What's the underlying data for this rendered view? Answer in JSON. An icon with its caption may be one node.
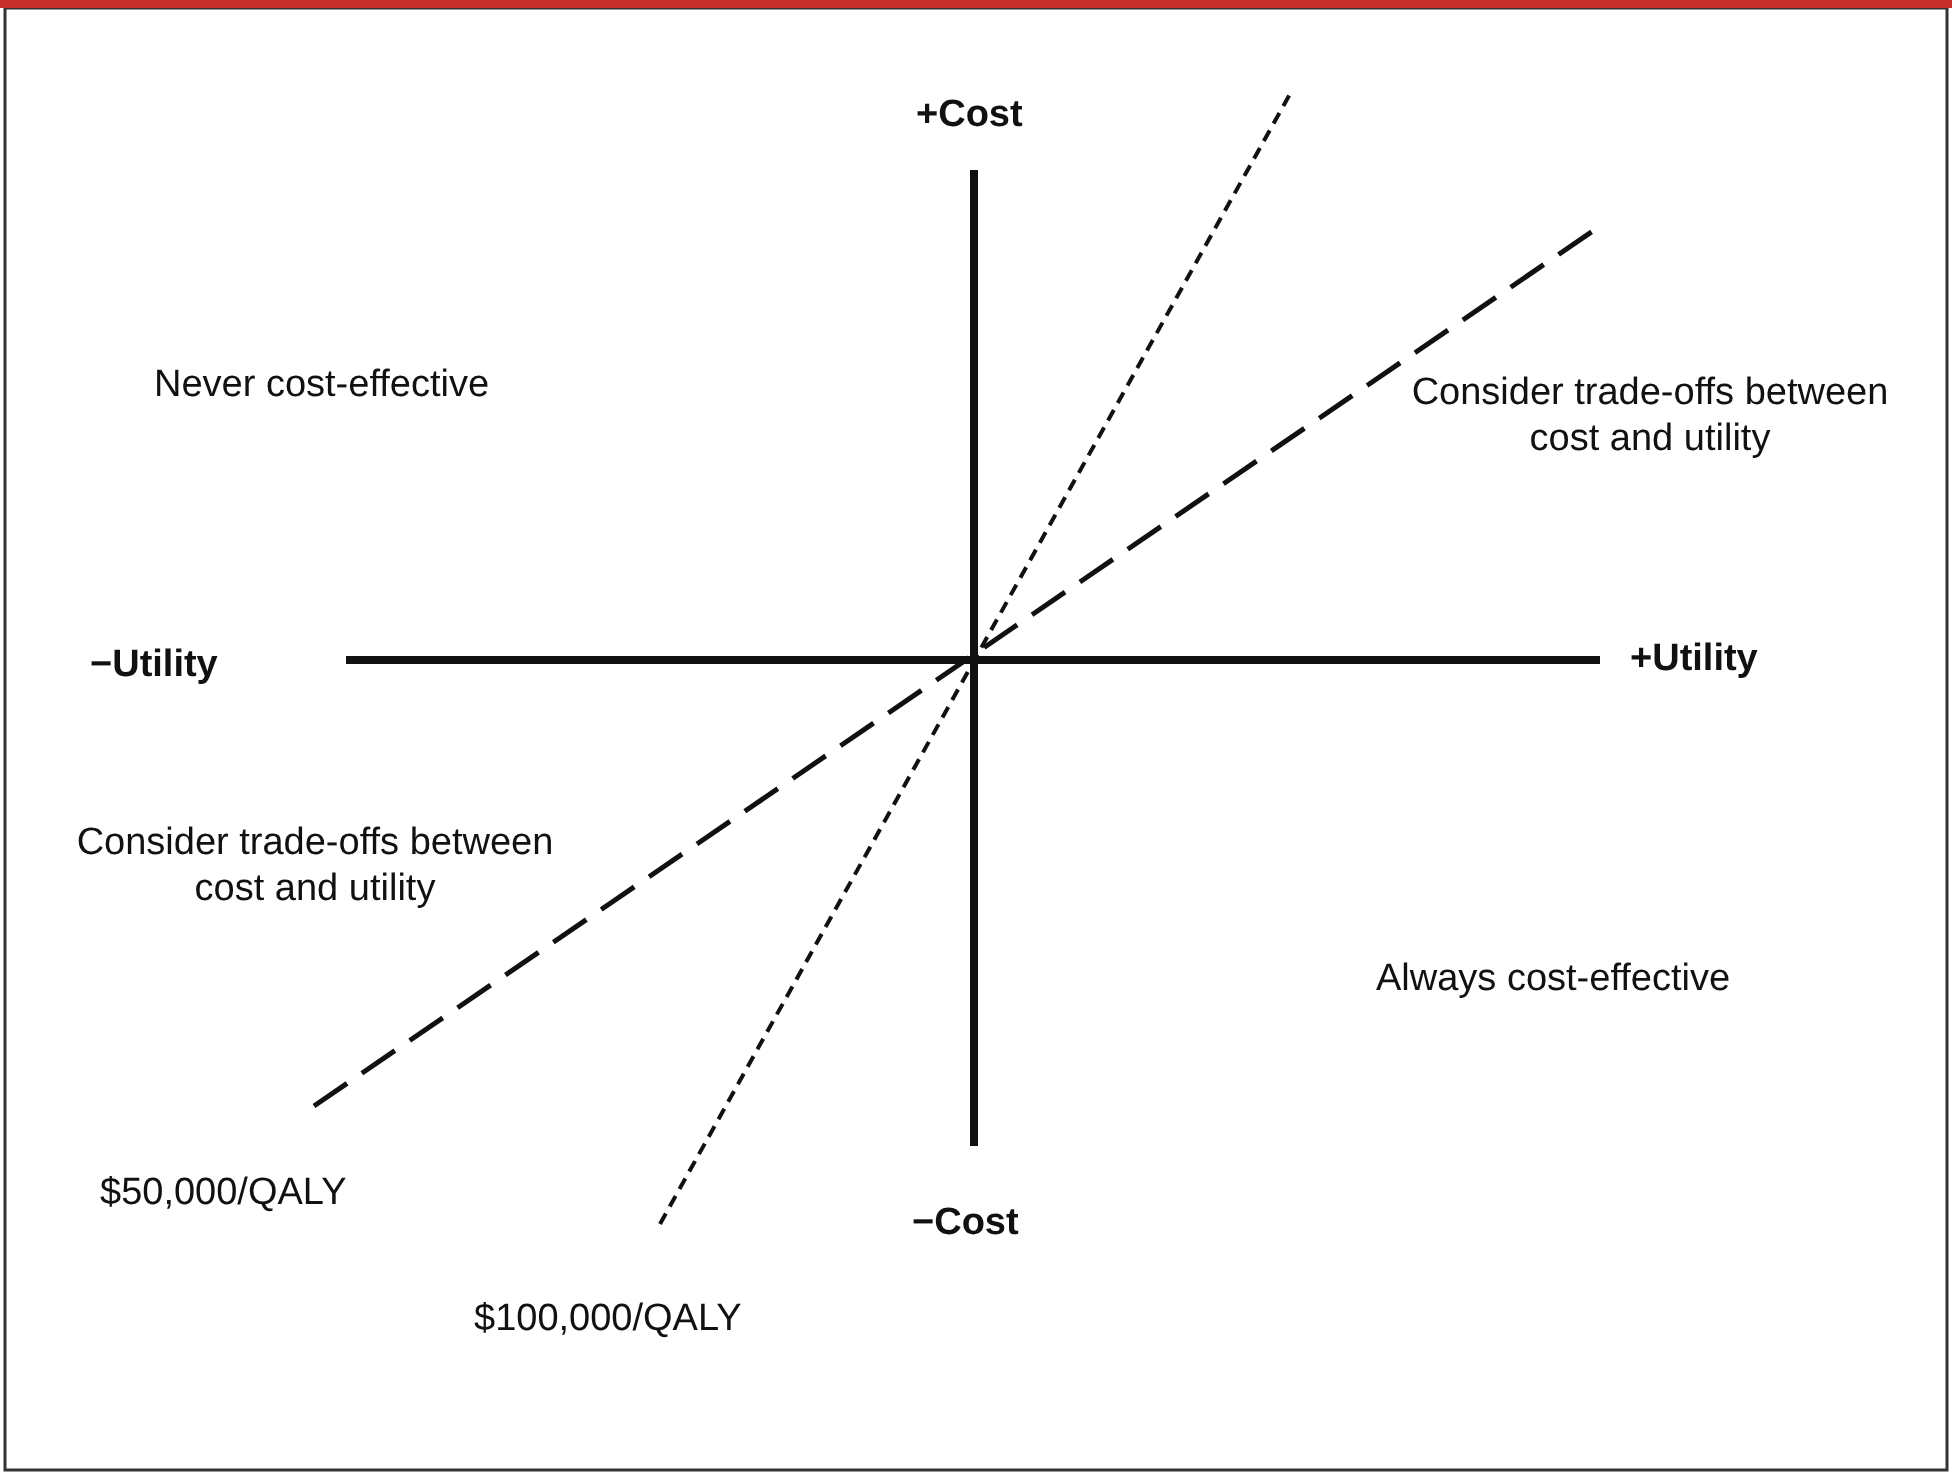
{
  "diagram": {
    "labels": [
      "+Cost",
      "Never cost-effective",
      "Consider trade-offs between cost and utility",
      "−Utility",
      "+Utility",
      "Consider trade-offs between cost and utility",
      "Always cost-effective",
      "$50,000/QALY",
      "−Cost",
      "$100,000/QALY"
    ]
  }
}
